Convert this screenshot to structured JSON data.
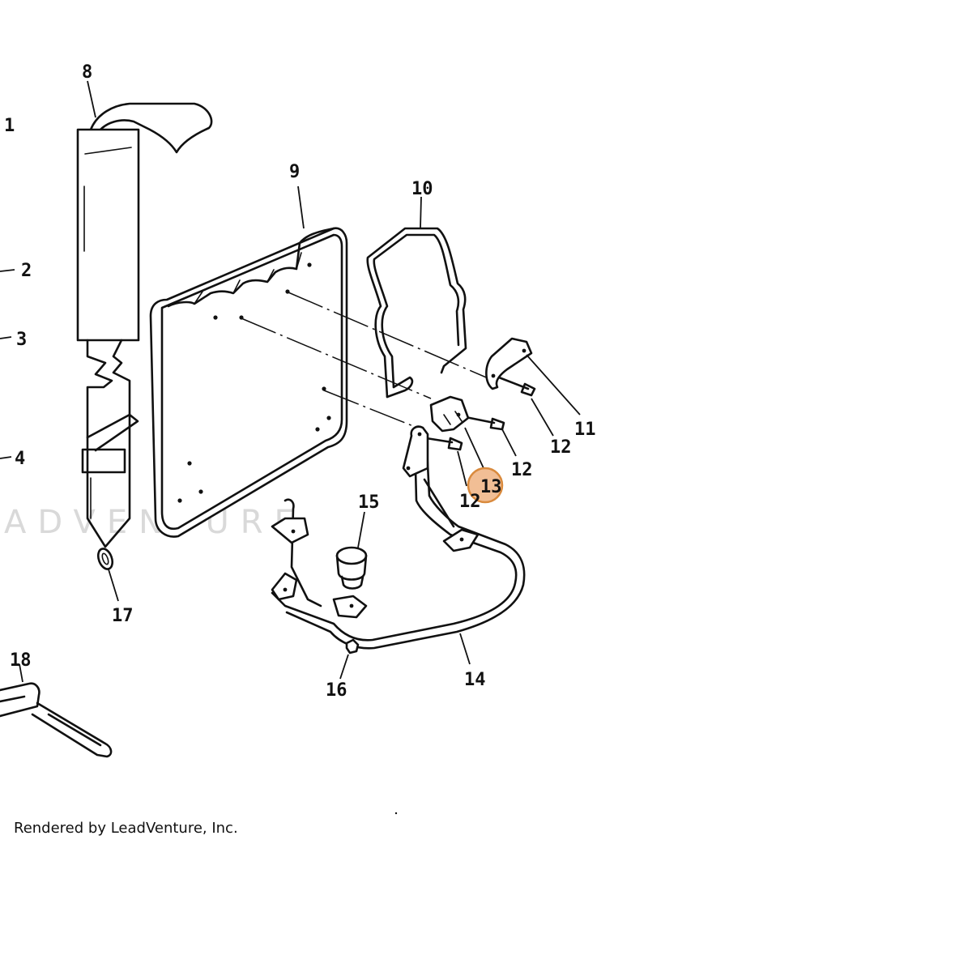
{
  "watermark": "ADVENTURE",
  "credit": "Rendered by LeadVenture, Inc.",
  "highlight_color": "#f1be95",
  "callouts": {
    "c1": "1",
    "c2": "2",
    "c3": "3",
    "c4": "4",
    "c8": "8",
    "c9": "9",
    "c10": "10",
    "c11": "11",
    "c12a": "12",
    "c12b": "12",
    "c12c": "12",
    "c13": "13",
    "c14": "14",
    "c15": "15",
    "c16": "16",
    "c17": "17",
    "c18": "18"
  },
  "highlighted_callout": "13"
}
